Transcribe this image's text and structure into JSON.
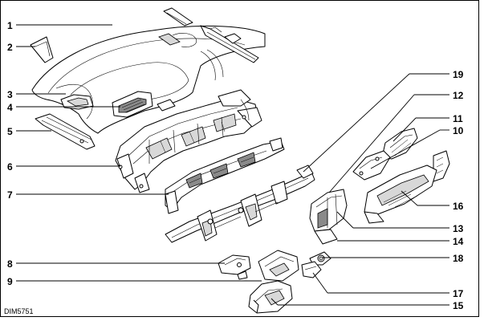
{
  "diagram": {
    "code": "DIM5751",
    "callouts": [
      "1",
      "2",
      "3",
      "4",
      "5",
      "6",
      "7",
      "8",
      "9",
      "19",
      "12",
      "11",
      "10",
      "16",
      "13",
      "14",
      "18",
      "17",
      "15"
    ]
  }
}
